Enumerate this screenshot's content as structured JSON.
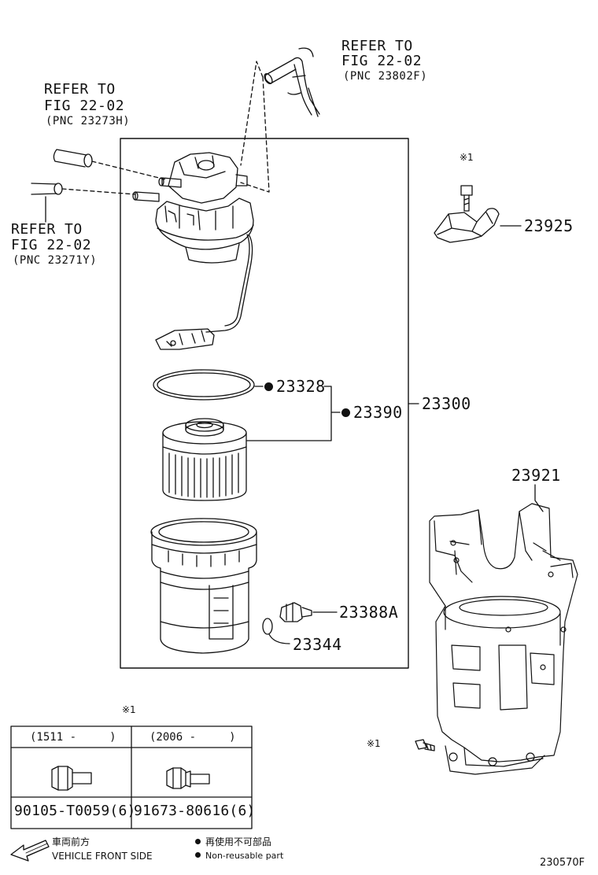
{
  "refs": {
    "top_right": {
      "line1": "REFER TO",
      "line2": "FIG 22-02",
      "pnc": "(PNC 23802F)"
    },
    "top_left": {
      "line1": "REFER TO",
      "line2": "FIG 22-02",
      "pnc": "(PNC 23273H)"
    },
    "mid_left": {
      "line1": "REFER TO",
      "line2": "FIG 22-02",
      "pnc": "(PNC 23271Y)"
    }
  },
  "parts": {
    "p23925": "23925",
    "p23328": "23328",
    "p23390": "23390",
    "p23300": "23300",
    "p23921": "23921",
    "p23388A": "23388A",
    "p23344": "23344"
  },
  "marks": {
    "note_top": "※1",
    "note_table": "※1",
    "note_bottom": "※1"
  },
  "table": {
    "col1_header": "(1511 -     )",
    "col2_header": "(2006 -     )",
    "col1_part": "90105-T0059(6)",
    "col2_part": "91673-80616(6)"
  },
  "legend": {
    "front_jp": "車両前方",
    "front_en": "VEHICLE FRONT SIDE",
    "nonreuse_jp": "再使用不可部品",
    "nonreuse_en": "Non-reusable part"
  },
  "figure_code": "230570F"
}
